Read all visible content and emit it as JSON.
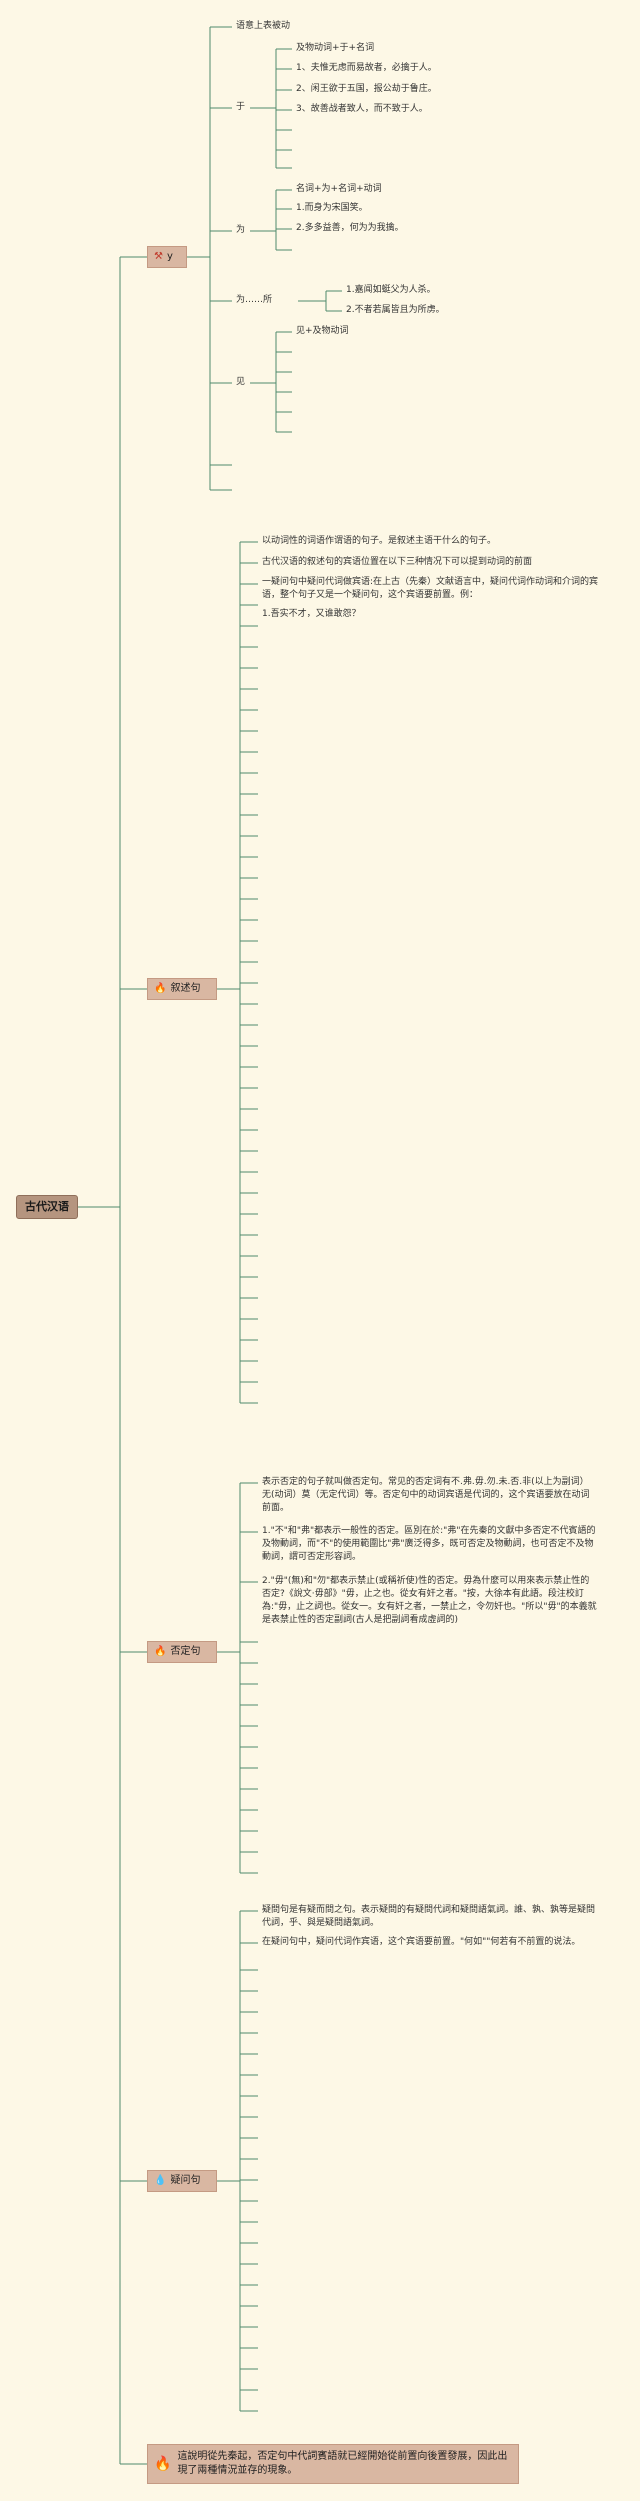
{
  "root": {
    "label": "古代汉语"
  },
  "branches": {
    "yu": {
      "label": "y",
      "items": {
        "intro": "语意上表被动",
        "yu": {
          "label": "于",
          "lines": [
            "及物动词+于+名词",
            "1、夫惟无虑而易故者，必擒于人。",
            "2、闲王欲于五国，报公劫于鲁庄。",
            "3、故善战者致人，而不致于人。"
          ]
        },
        "wei": {
          "label": "为",
          "lines": [
            "名词+为+名词+动词",
            "1.而身为宋国笑。",
            "2.多多益善，何为为我擒。"
          ]
        },
        "weisuo": {
          "label": "为……所",
          "lines": [
            "1.嘉闻如蜓父为人杀。",
            "2.不者若属皆且为所虏。"
          ]
        },
        "jian": {
          "label": "见",
          "lines": [
            "见+及物动词"
          ]
        }
      }
    },
    "xushu": {
      "label": "叙述句",
      "lines": [
        "以动词性的词语作谓语的句子。是叙述主语干什么的句子。",
        "古代汉语的叙述句的宾语位置在以下三种情况下可以提到动词的前面",
        "一疑问句中疑问代词做宾语:在上古（先秦）文献语言中，疑问代词作动词和介词的宾语，整个句子又是一个疑问句，这个宾语要前置。例：",
        "1.吾实不才，又谁敢怨？"
      ]
    },
    "fouding": {
      "label": "否定句",
      "lines": [
        "表示否定的句子就叫做否定句。常见的否定词有不.弗.毋.勿.未.否.非(以上为副词）无(动词）莫（无定代词）等。否定句中的动词宾语是代词的，这个宾语要放在动词前面。",
        "1.\"不\"和\"弗\"都表示一般性的否定。區別在於:\"弗\"在先秦的文獻中多否定不代賓語的及物動詞，而\"不\"的使用範圍比\"弗\"廣泛得多，既可否定及物動詞，也可否定不及物動詞，謂可否定形容詞。",
        "2.\"毋\"(無)和\"勿\"都表示禁止(或稱祈使)性的否定。毋為什麼可以用來表示禁止性的否定?《說文·毋部》\"毋，止之也。從女有奸之者。\"按，大徐本有此語。段注校訂為:\"毋，止之詞也。從女一。女有奸之者，一禁止之，令勿奸也。\"所以\"毋\"的本義就是表禁止性的否定副詞(古人是把副詞看成虛詞的)"
      ]
    },
    "yiwen": {
      "label": "疑问句",
      "lines": [
        "疑問句是有疑而問之句。表示疑問的有疑問代詞和疑問語氣詞。誰、孰、孰等是疑問代詞，乎、與是疑問語氣詞。",
        "在疑问句中，疑问代词作宾语，这个宾语要前置。\"何如\"\"何若有不前置的说法。"
      ]
    },
    "note": {
      "label": "這說明從先秦起，否定句中代詞賓語就已經開始從前置向後置發展，因此出現了兩種情況並存的現象。"
    }
  },
  "icons": {
    "yu": "tools-icon",
    "xushu": "fire-icon",
    "fouding": "fire-icon",
    "yiwen": "drop-icon",
    "note": "fire-icon"
  },
  "colors": {
    "background": "#fdf8e6",
    "line": "#4f8a6c",
    "node": "#d9b7a2",
    "root": "#b5957f"
  }
}
